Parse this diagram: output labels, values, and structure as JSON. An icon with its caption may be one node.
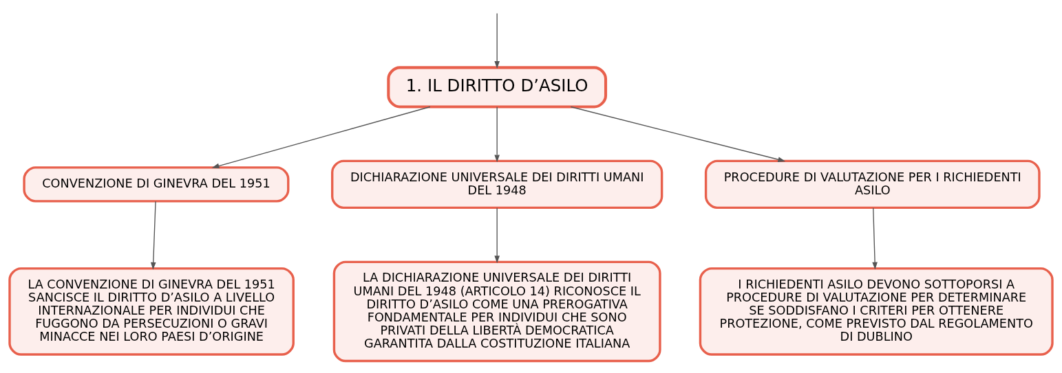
{
  "diagram": {
    "nodes": [
      {
        "text": [
          "1. IL DIRITTO D’ASILO"
        ]
      },
      {
        "text": [
          "CONVENZIONE DI GINEVRA DEL 1951"
        ]
      },
      {
        "text": [
          "DICHIARAZIONE UNIVERSALE DEI DIRITTI UMANI DEL 1948"
        ]
      },
      {
        "text": [
          "PROCEDURE DI VALUTAZIONE PER I RICHIEDENTI ASILO"
        ]
      },
      {
        "text": [
          "LA CONVENZIONE DI GINEVRA DEL 1951 SANCISCE IL DIRITTO D’ASILO A LIVELLO INTERNAZIONALE PER INDIVIDUI CHE FUGGONO DA PERSECUZIONI O GRAVI MINACCE NEI LORO PAESI D’ORIGINE"
        ]
      },
      {
        "text": [
          "LA DICHIARAZIONE UNIVERSALE DEI DIRITTI UMANI DEL 1948 (ARTICOLO 14) RICONOSCE IL DIRITTO D’ASILO COME UNA PREROGATIVA FONDAMENTALE PER INDIVIDUI CHE SONO PRIVATI DELLA LIBERTÀ DEMOCRATICA GARANTITA DALLA COSTITUZIONE ITALIANA"
        ]
      },
      {
        "text": [
          "I RICHIEDENTI ASILO DEVONO SOTTOPORSI A PROCEDURE DI VALUTAZIONE PER DETERMINARE SE SODDISFANO I CRITERI PER OTTENERE PROTEZIONE, COME PREVISTO DAL REGOLAMENTO DI DUBLINO"
        ]
      }
    ],
    "edges": [
      {
        "from": null,
        "to": 0,
        "arrow": "to"
      },
      {
        "from": 0,
        "to": 1,
        "arrow": "to"
      },
      {
        "from": 0,
        "to": 2,
        "arrow": "to"
      },
      {
        "from": 0,
        "to": 3,
        "arrow": "to"
      },
      {
        "from": 1,
        "to": 4,
        "arrow": "to"
      },
      {
        "from": 2,
        "to": 5,
        "arrow": "to"
      },
      {
        "from": 3,
        "to": 6,
        "arrow": "to"
      }
    ]
  }
}
